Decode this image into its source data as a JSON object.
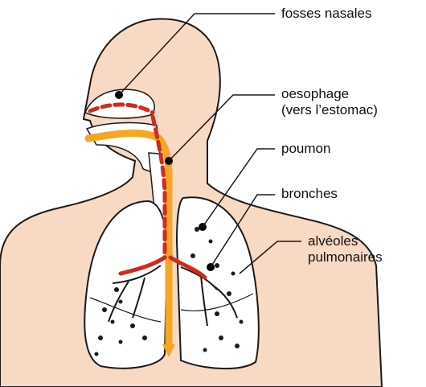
{
  "labels": {
    "fosses_nasales": "fosses nasales",
    "oesophage": "oesophage",
    "oesophage_note": "(vers l’estomac)",
    "poumon": "poumon",
    "bronches": "bronches",
    "alveoles_line1": "alvéoles",
    "alveoles_line2": "pulmonaires"
  },
  "colors": {
    "skin": "#f7d9c4",
    "outline": "#1a1a1a",
    "air_flow": "#d32a1e",
    "food_flow": "#f5a623",
    "lung_fill": "#ffffff"
  }
}
